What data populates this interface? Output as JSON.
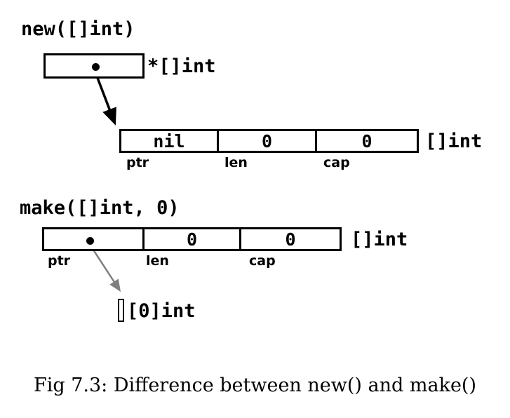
{
  "diagram": {
    "new_section": {
      "title": "new([]int)",
      "pointer_type": "*[]int",
      "slice": {
        "ptr_value": "nil",
        "len_value": "0",
        "cap_value": "0",
        "type_label": "[]int",
        "field_labels": [
          "ptr",
          "len",
          "cap"
        ]
      }
    },
    "make_section": {
      "title": "make([]int, 0)",
      "slice": {
        "len_value": "0",
        "cap_value": "0",
        "type_label": "[]int",
        "field_labels": [
          "ptr",
          "len",
          "cap"
        ]
      },
      "array_label": "[0]int"
    },
    "colors": {
      "line": "#000000",
      "gray_arrow": "#7f7f7f",
      "background": "#ffffff"
    },
    "caption": "Fig 7.3: Difference between new() and make()"
  }
}
